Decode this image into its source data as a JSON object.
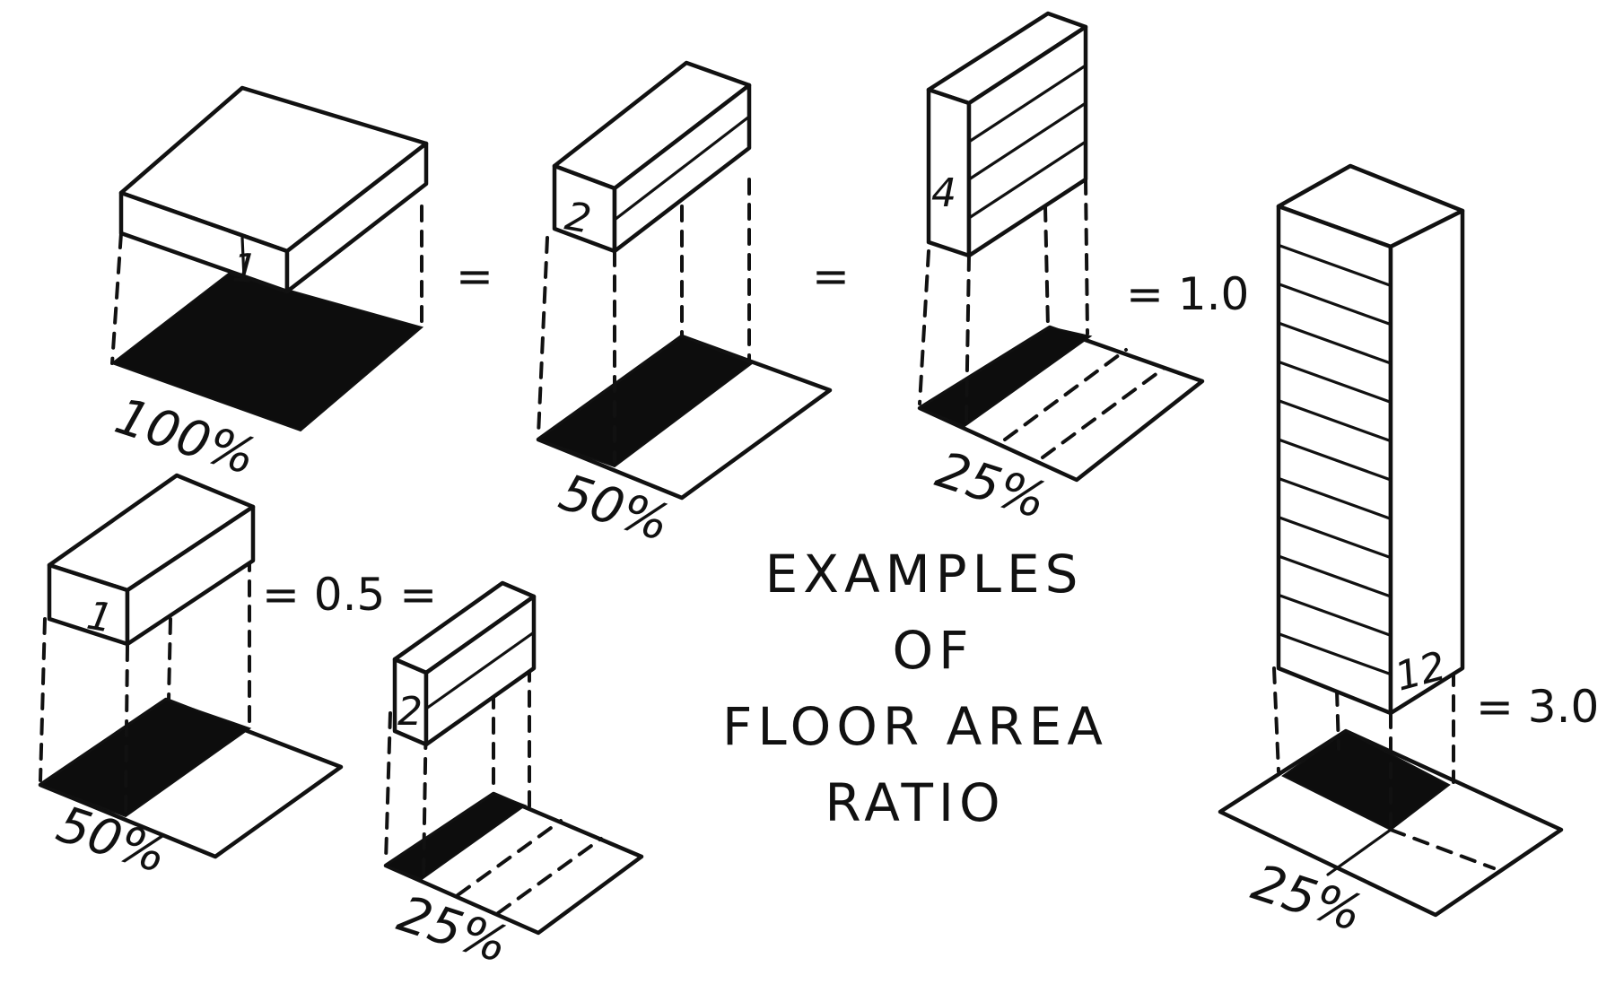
{
  "title": {
    "lines": [
      "EXAMPLES",
      "OF",
      "FLOOR AREA",
      "RATIO"
    ]
  },
  "examples": [
    {
      "floors": "1",
      "coverage": "100%"
    },
    {
      "floors": "2",
      "coverage": "50%"
    },
    {
      "floors": "4",
      "coverage": "25%"
    },
    {
      "floors": "12",
      "coverage": "25%"
    },
    {
      "floors": "1",
      "coverage": "50%"
    },
    {
      "floors": "2",
      "coverage": "25%"
    }
  ],
  "equations": {
    "eq1": "=",
    "eq2": "=",
    "far_1": "= 1.0",
    "far_05": "= 0.5 =",
    "far_3": "= 3.0"
  }
}
